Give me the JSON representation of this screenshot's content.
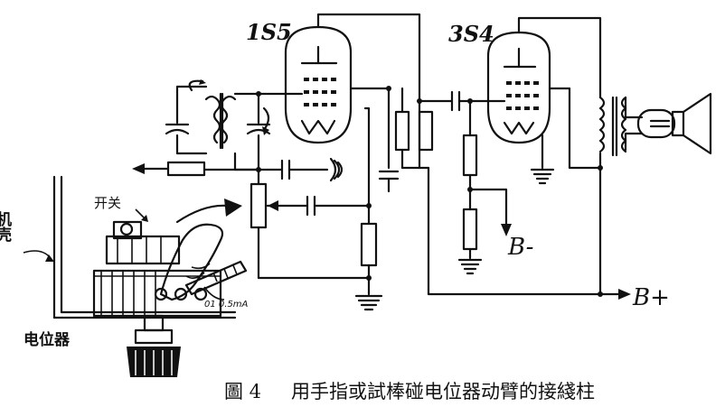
{
  "labels": {
    "tube1": "1S5",
    "tube2": "3S4",
    "b_minus": "B-",
    "b_plus": "B+",
    "chassis": "机壳",
    "switch": "开关",
    "potentiometer": "电位器",
    "probe_tag": "01 0.5mA"
  },
  "caption": {
    "figure_no": "圖 4",
    "text": "用手指或試棒碰电位器动臂的接綫柱"
  }
}
